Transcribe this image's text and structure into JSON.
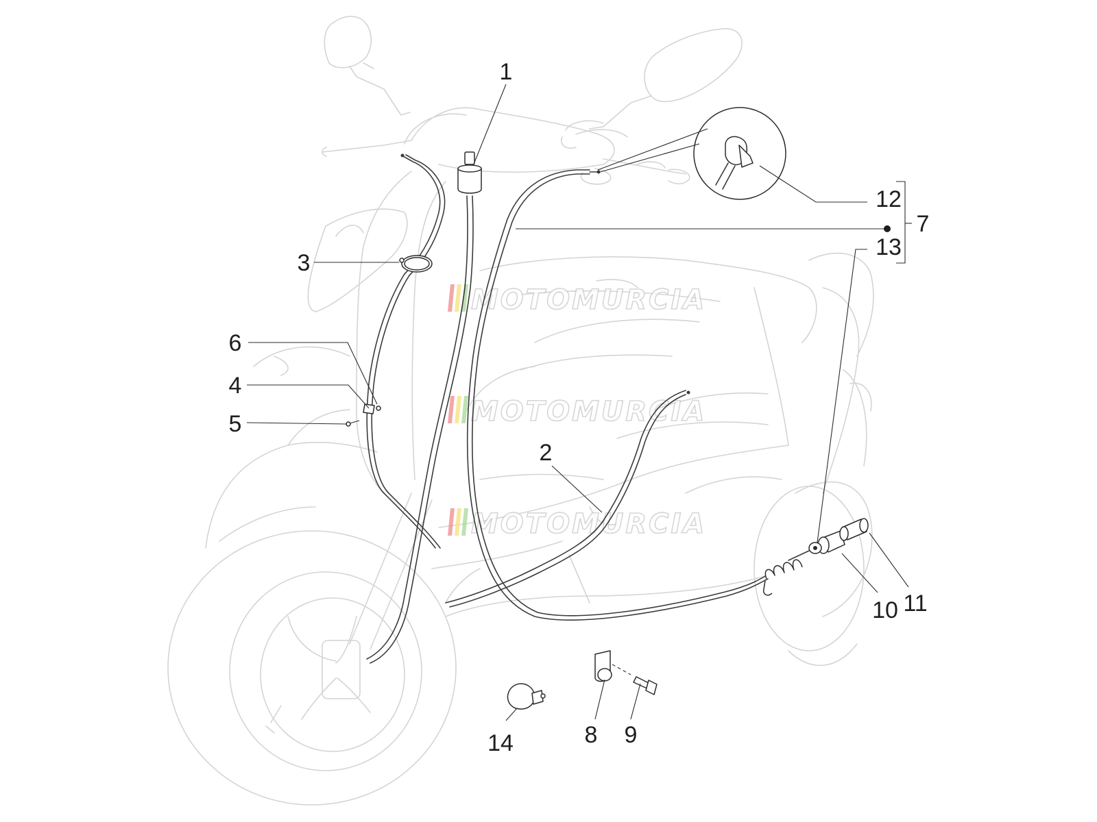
{
  "diagram": {
    "callouts": [
      {
        "id": "c1",
        "label": "1"
      },
      {
        "id": "c2",
        "label": "2"
      },
      {
        "id": "c3",
        "label": "3"
      },
      {
        "id": "c4",
        "label": "4"
      },
      {
        "id": "c5",
        "label": "5"
      },
      {
        "id": "c6",
        "label": "6"
      },
      {
        "id": "c7",
        "label": "7"
      },
      {
        "id": "c8",
        "label": "8"
      },
      {
        "id": "c9",
        "label": "9"
      },
      {
        "id": "c10",
        "label": "10"
      },
      {
        "id": "c11",
        "label": "11"
      },
      {
        "id": "c12",
        "label": "12"
      },
      {
        "id": "c13",
        "label": "13"
      },
      {
        "id": "c14",
        "label": "14"
      }
    ]
  },
  "watermark": {
    "text": "MOTOMURCIA",
    "stripe_colors": [
      "#f08a8a",
      "#f5e27a",
      "#a9d89a"
    ]
  }
}
